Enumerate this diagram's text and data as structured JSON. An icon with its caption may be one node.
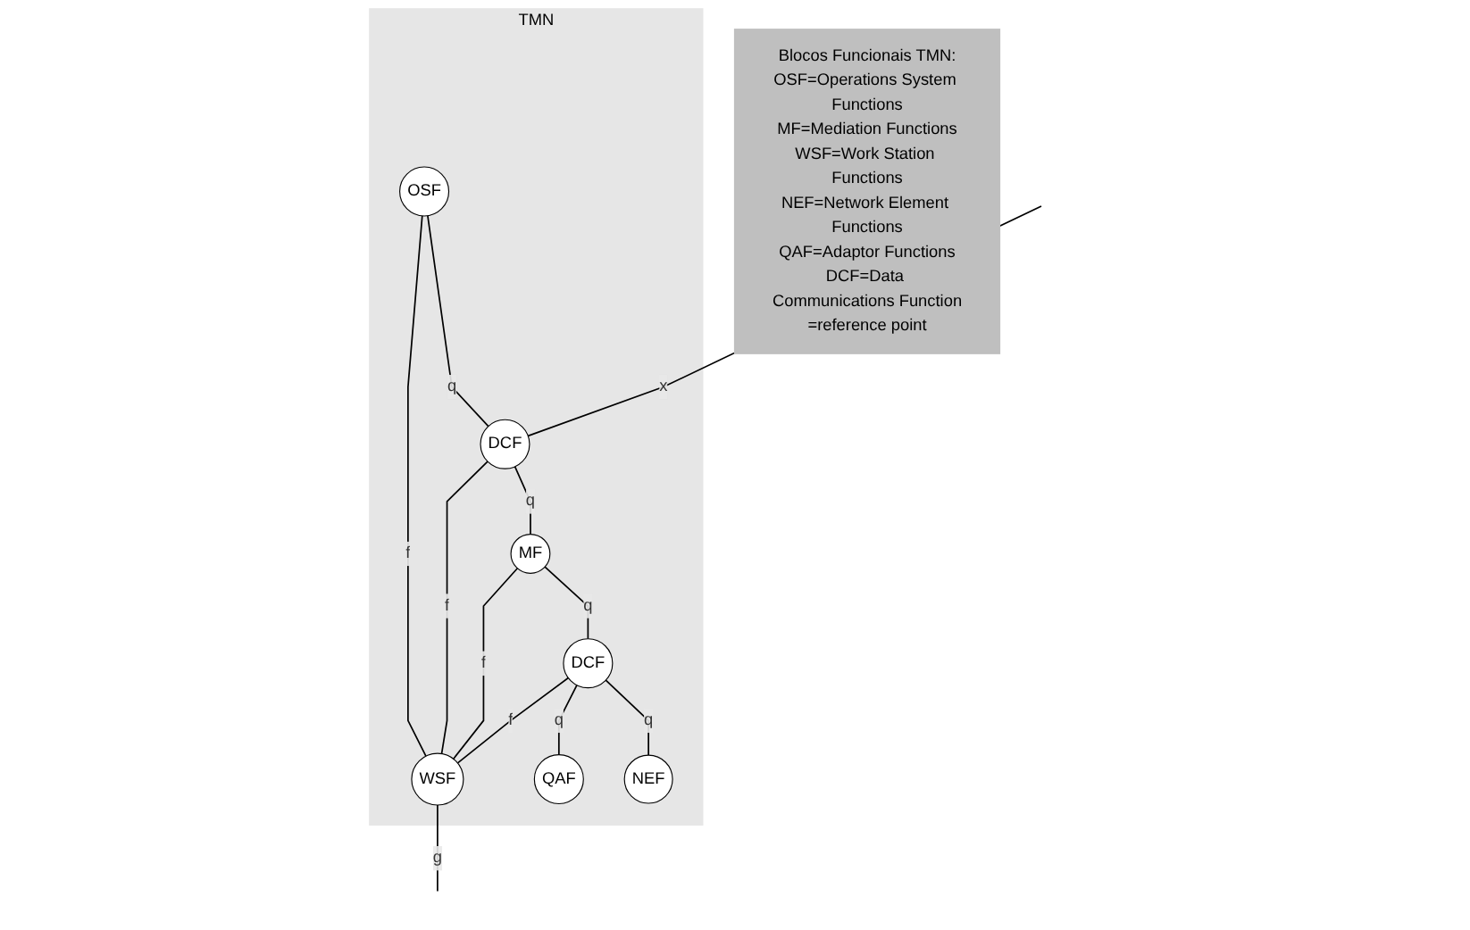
{
  "diagram": {
    "nodes": [
      {
        "text": [
          "TMN"
        ]
      },
      {
        "text": [
          "OSF"
        ],
        "in": 0
      },
      {
        "text": [
          "WSF"
        ],
        "in": 0
      },
      {
        "text": [
          "DCF"
        ],
        "in": 0
      },
      {
        "text": [
          "MF"
        ],
        "in": 0
      },
      {
        "text": [
          "DCF"
        ],
        "in": 0
      },
      {
        "text": [
          "QAF"
        ],
        "in": 0
      },
      {
        "text": [
          "NEF"
        ],
        "in": 0
      },
      {
        "text": [
          "Blocos Funcionais TMN:",
          "OSF=Operations System Functions",
          "MF=Mediation Functions",
          "WSF=Work Station Functions",
          "NEF=Network Element Functions",
          "QAF=Adaptor Functions",
          "DCF=Data Communications Function",
          "=reference point"
        ]
      }
    ],
    "edges": [
      {
        "from": 1,
        "to": 2,
        "arrow": "none",
        "label": "f"
      },
      {
        "from": 1,
        "to": 3,
        "arrow": "none",
        "label": "q"
      },
      {
        "from": 3,
        "to": 2,
        "arrow": "none",
        "label": "f"
      },
      {
        "from": null,
        "to": 3,
        "arrow": "none",
        "label": "x"
      },
      {
        "from": 4,
        "to": 2,
        "arrow": "none",
        "label": "f"
      },
      {
        "from": 3,
        "to": 4,
        "arrow": "none",
        "label": "q"
      },
      {
        "from": 5,
        "to": 2,
        "arrow": "none",
        "label": "f"
      },
      {
        "from": 4,
        "to": 5,
        "arrow": "none",
        "label": "q"
      },
      {
        "from": 5,
        "to": 6,
        "arrow": "none",
        "label": "q"
      },
      {
        "from": 5,
        "to": 7,
        "arrow": "none",
        "label": "q"
      },
      {
        "from": 2,
        "to": null,
        "arrow": "none",
        "label": "g"
      }
    ]
  }
}
